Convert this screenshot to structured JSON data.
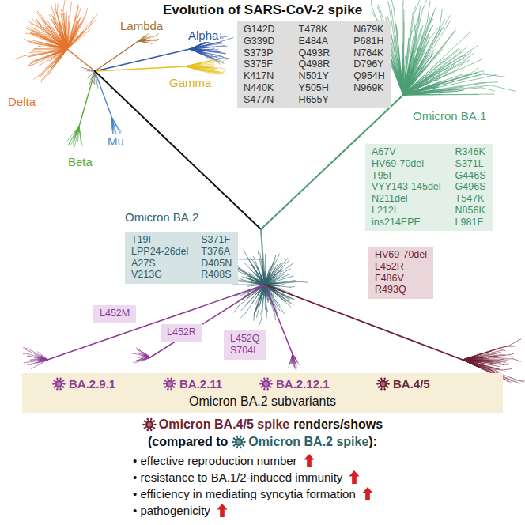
{
  "diagram": {
    "title": "Evolution of SARS-CoV-2 spike",
    "nodes": [
      {
        "text": [
          "G142D",
          "G339D",
          "S373P",
          "S375F",
          "K417N",
          "N440K",
          "S477N",
          "T478K",
          "E484A",
          "Q493R",
          "Q498R",
          "N501Y",
          "Y505H",
          "H655Y",
          "N679K",
          "P681H",
          "N764K",
          "D796Y",
          "Q954H",
          "N969K"
        ]
      },
      {
        "text": [
          "A67V",
          "HV69-70del",
          "T95I",
          "VYY143-145del",
          "N211del",
          "L212I",
          "ins214EPE",
          "R346K",
          "S371L",
          "G446S",
          "G496S",
          "T547K",
          "N856K",
          "L981F"
        ]
      },
      {
        "text": [
          "T19I",
          "LPP24-26del",
          "A27S",
          "V213G",
          "S371F",
          "T376A",
          "D405N",
          "R408S"
        ]
      },
      {
        "text": [
          "L452M"
        ]
      },
      {
        "text": [
          "L452R"
        ]
      },
      {
        "text": [
          "L452Q",
          "S704L"
        ]
      },
      {
        "text": [
          "HV69-70del",
          "L452R",
          "F486V",
          "R493Q"
        ]
      },
      {
        "text": [
          "BA.2.9.1",
          "BA.2.11",
          "BA.2.12.1",
          "BA.4/5",
          "Omicron BA.2 subvariants"
        ]
      }
    ],
    "labels": [
      "Lambda",
      "Alpha",
      "Gamma",
      "Delta",
      "Beta",
      "Mu",
      "Omicron BA.1",
      "Omicron BA.2",
      "Omicron BA.4/5 spike",
      "renders/shows",
      "(compared to",
      "Omicron BA.2 spike",
      "):",
      "• effective reproduction number",
      "• resistance to BA.1/2-induced immunity",
      "• efficiency in mediating syncytia formation",
      "• pathogenicity"
    ]
  }
}
